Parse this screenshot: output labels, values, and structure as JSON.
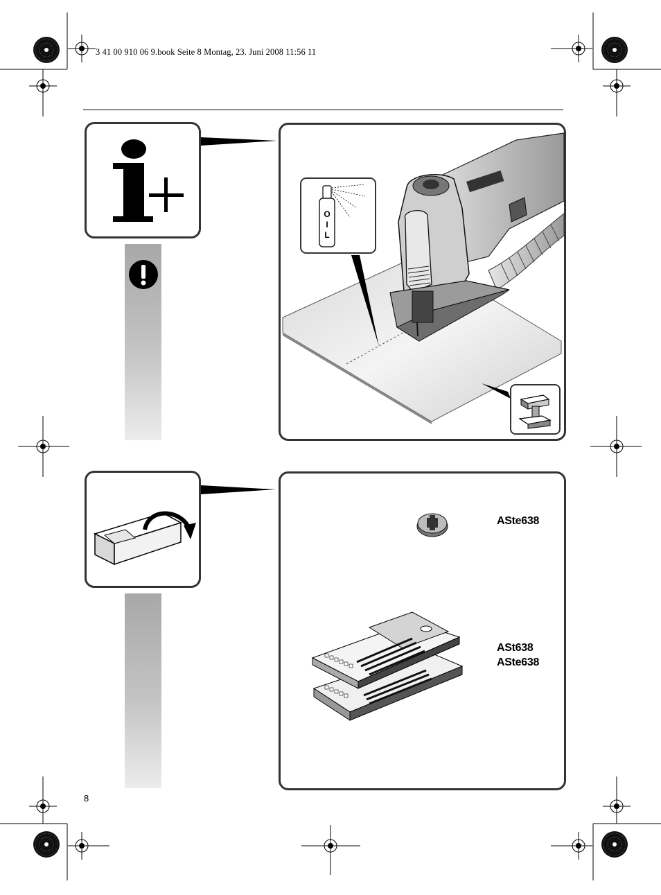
{
  "header": {
    "book_info": "3 41 00 910 06 9.book  Seite 8  Montag, 23. Juni 2008  11:56 11"
  },
  "section1": {
    "info_icon": "info-plus-icon",
    "warning_icon": "exclamation-icon",
    "oil_label": "O I L",
    "material_icon": "steel-beam-icon"
  },
  "section2": {
    "icon": "open-box-icon",
    "item1_label": "ASte638",
    "item2_label_line1": "ASt638",
    "item2_label_line2": "ASte638"
  },
  "footer": {
    "page_number": "8"
  }
}
